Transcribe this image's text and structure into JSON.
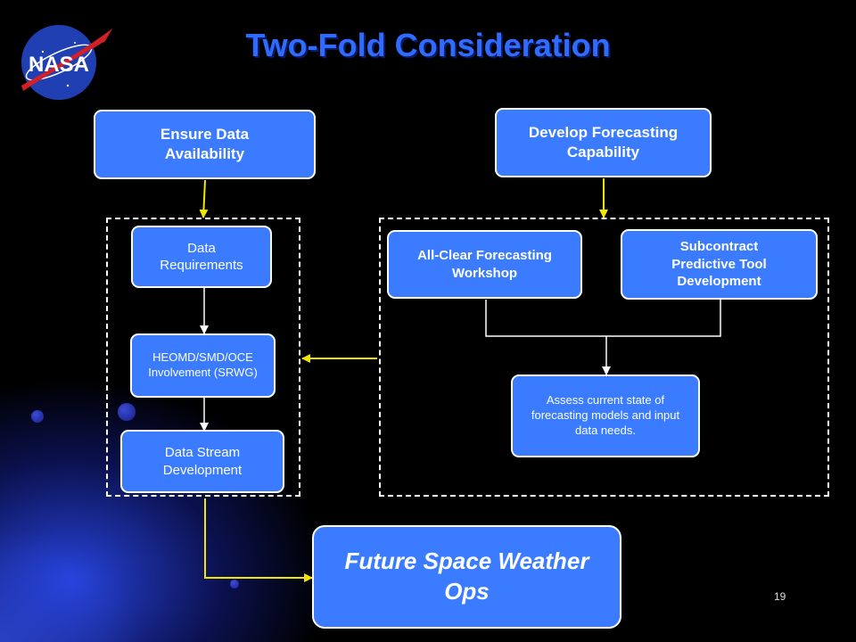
{
  "slide": {
    "title": "Two-Fold Consideration",
    "page_number": "19",
    "logo_text": "NASA"
  },
  "boxes": {
    "ensure_data": "Ensure Data Availability",
    "develop_forecasting": "Develop Forecasting Capability",
    "data_requirements": "Data Requirements",
    "heomd": "HEOMD/SMD/OCE Involvement (SRWG)",
    "data_stream": "Data Stream Development",
    "all_clear": "All-Clear Forecasting Workshop",
    "subcontract": "Subcontract Predictive Tool Development",
    "assess": "Assess current state of forecasting models and input data needs.",
    "future_ops": "Future Space Weather Ops"
  },
  "colors": {
    "background": "#000000",
    "box_fill": "#3a7bff",
    "box_border": "#ffffff",
    "title": "#2f6bff",
    "arrow_yellow": "#f2e600",
    "arrow_white": "#ffffff",
    "logo_blue": "#1f3fb3",
    "logo_red": "#d31f26"
  }
}
